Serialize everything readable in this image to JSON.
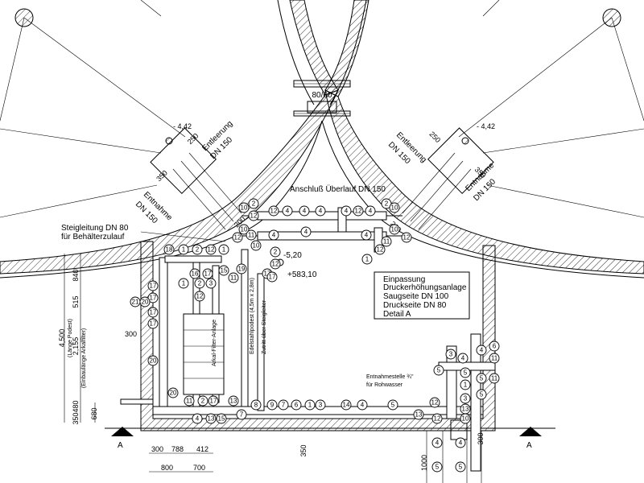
{
  "labels": {
    "pipe_80_60": "80/60",
    "level_left": "- 4,42",
    "level_right": "- 4,42",
    "entleerung_l1": "Entleerung",
    "entleerung_l2": "DN 150",
    "entleerung_r1": "Entleerung",
    "entleerung_r2": "DN 150",
    "entnahme_l1": "Entnahme",
    "entnahme_l2": "DN 150",
    "entnahme_r1": "Entnahme",
    "entnahme_r2": "DN 150",
    "anschluss": "Anschluß Überlauf DN 150",
    "steigleitung_1": "Steigleitung DN 80",
    "steigleitung_2": "für Behälterzulauf",
    "level_520": "-5,20",
    "level_58310": "+583,10",
    "einpassung": [
      "Einpassung",
      "Druckerhöhungsanlage",
      "Saugseite DN 100",
      "Druckseite DN 80",
      "Detail A"
    ],
    "entnahmestelle_1": "Entnahmestelle ¾\"",
    "entnahmestelle_2": "für Rohwasser",
    "edelstahl": "Edelstahlpodest (4,5m x 2,8m)",
    "zutritt": "Zutritt über Steigleiter",
    "arkal": "Arkal-Filter-Anlage",
    "laenge_podest": "(Länge Podest)",
    "einbaulaenge": "(Einbaulänge Arkalfilter)",
    "section_left": "A",
    "section_right": "A"
  },
  "dims": {
    "d250_l": "250",
    "d250_r": "250",
    "d350_l": "350",
    "d350_r": "350",
    "d200_l": "200",
    "d200_r": "200",
    "d4500": "4,500",
    "d2155": "2,155",
    "d515": "515",
    "d840": "840",
    "d300_left": "300",
    "d480": "480",
    "d350_v": "350",
    "d680": "680",
    "d300_b": "300",
    "d788": "788",
    "d412": "412",
    "d800": "800",
    "d700": "700",
    "d350_bottom": "350",
    "d1000": "1000",
    "d300_right": "300"
  },
  "item_numbers": [
    "1",
    "2",
    "3",
    "4",
    "5",
    "6",
    "7",
    "8",
    "9",
    "10",
    "11",
    "12",
    "13",
    "14",
    "15",
    "16",
    "17",
    "18",
    "19",
    "20",
    "21"
  ],
  "colors": {
    "ink": "#000000",
    "paper": "#ffffff"
  }
}
